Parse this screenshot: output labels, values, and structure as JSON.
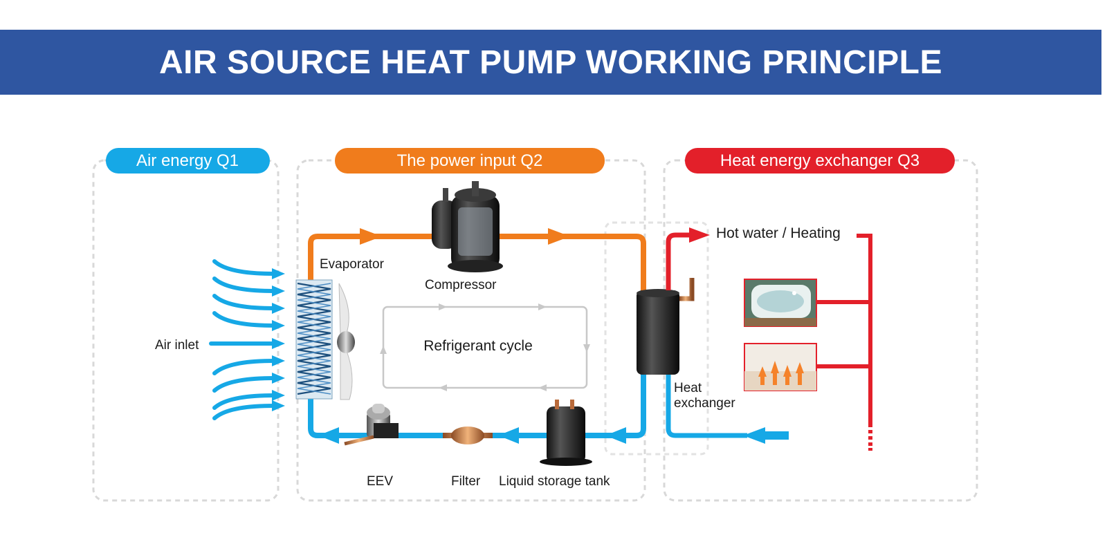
{
  "title": "AIR SOURCE HEAT PUMP WORKING PRINCIPLE",
  "colors": {
    "banner": "#2f56a1",
    "air": "#16a8e6",
    "power": "#f07c1c",
    "heat": "#e3202a",
    "cycle": "#c8c8c8"
  },
  "sections": {
    "air": "Air energy Q1",
    "power": "The power input Q2",
    "heat": "Heat energy exchanger Q3"
  },
  "labels": {
    "air_inlet": "Air inlet",
    "evaporator": "Evaporator",
    "compressor": "Compressor",
    "refrigerant_cycle": "Refrigerant cycle",
    "hot_water": "Hot water / Heating",
    "heat_exchanger_line1": "Heat",
    "heat_exchanger_line2": "exchanger",
    "eev": "EEV",
    "filter": "Filter",
    "liquid_tank": "Liquid storage tank"
  }
}
